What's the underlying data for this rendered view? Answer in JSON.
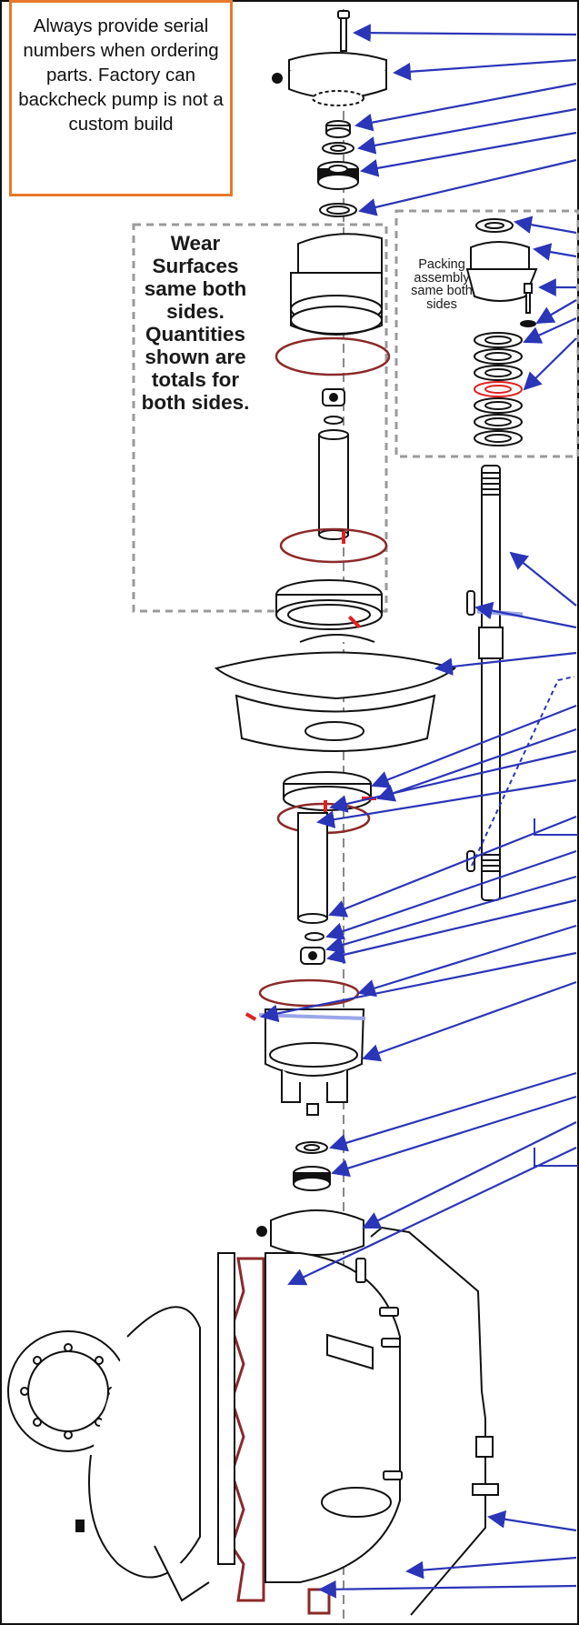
{
  "notes": {
    "order_note": "Always provide serial numbers when ordering parts. Factory can backcheck pump is not a custom build",
    "wear_note": "Wear Surfaces same both sides. Quantities shown are totals for both sides.",
    "packing_note": "Packing assembly same both sides"
  },
  "colors": {
    "leader": "#2b35b8",
    "gasket": "#8c2a2a",
    "accent": "#e8792b",
    "marker": "#e02020",
    "dashed_box": "#9a9a9a"
  }
}
